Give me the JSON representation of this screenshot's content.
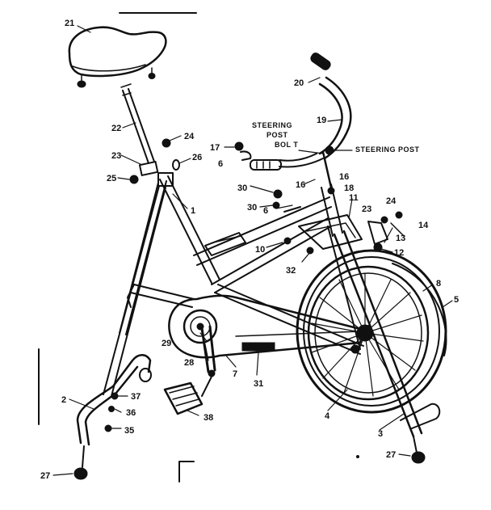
{
  "callouts": [
    {
      "id": "c21a",
      "label": "21"
    },
    {
      "id": "c22",
      "label": "22"
    },
    {
      "id": "c24a",
      "label": "24"
    },
    {
      "id": "c23a",
      "label": "23"
    },
    {
      "id": "c26",
      "label": "26"
    },
    {
      "id": "c25",
      "label": "25"
    },
    {
      "id": "c1",
      "label": "1"
    },
    {
      "id": "c17",
      "label": "17"
    },
    {
      "id": "c6a",
      "label": "6"
    },
    {
      "id": "c20",
      "label": "20"
    },
    {
      "id": "c19",
      "label": "19"
    },
    {
      "id": "c16a",
      "label": "16"
    },
    {
      "id": "c16b",
      "label": "16"
    },
    {
      "id": "c18",
      "label": "18"
    },
    {
      "id": "c30a",
      "label": "30"
    },
    {
      "id": "c30b",
      "label": "30"
    },
    {
      "id": "c6b",
      "label": "6"
    },
    {
      "id": "c11",
      "label": "11"
    },
    {
      "id": "c23b",
      "label": "23"
    },
    {
      "id": "c24b",
      "label": "24"
    },
    {
      "id": "c14",
      "label": "14"
    },
    {
      "id": "c13",
      "label": "13"
    },
    {
      "id": "c12",
      "label": "12"
    },
    {
      "id": "c10",
      "label": "10"
    },
    {
      "id": "c32",
      "label": "32"
    },
    {
      "id": "c8",
      "label": "8"
    },
    {
      "id": "c5",
      "label": "5"
    },
    {
      "id": "c29",
      "label": "29"
    },
    {
      "id": "c28",
      "label": "28"
    },
    {
      "id": "c7",
      "label": "7"
    },
    {
      "id": "c31",
      "label": "31"
    },
    {
      "id": "c4",
      "label": "4"
    },
    {
      "id": "c2",
      "label": "2"
    },
    {
      "id": "c37",
      "label": "37"
    },
    {
      "id": "c36",
      "label": "36"
    },
    {
      "id": "c35",
      "label": "35"
    },
    {
      "id": "c38",
      "label": "38"
    },
    {
      "id": "c3",
      "label": "3"
    },
    {
      "id": "c27a",
      "label": "27"
    },
    {
      "id": "c27b",
      "label": "27"
    }
  ],
  "text_labels": {
    "steering_post_bolt_1": "STEERING",
    "steering_post_bolt_2": "POST",
    "steering_post_bolt_3": "BOL T",
    "steering_post": "STEERING POST"
  },
  "colors": {
    "ink": "#111111",
    "paper": "#ffffff"
  }
}
